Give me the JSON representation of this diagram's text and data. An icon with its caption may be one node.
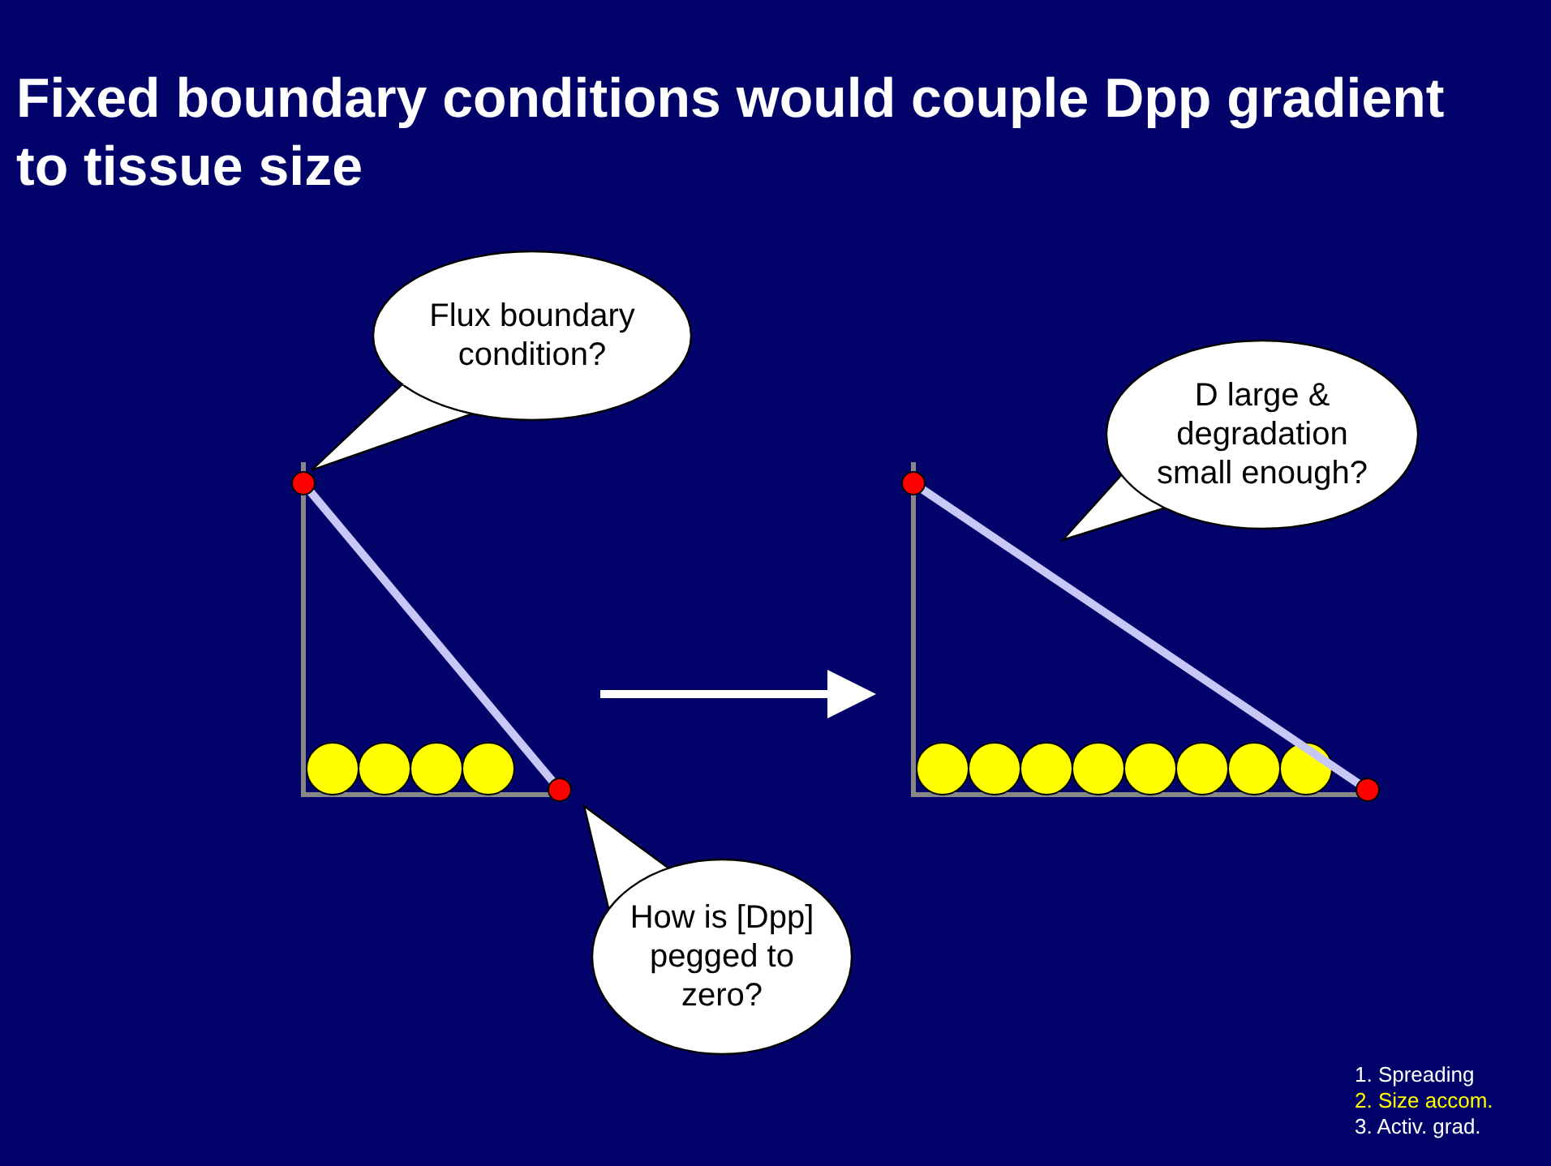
{
  "diagram": {
    "title": "Fixed boundary conditions would couple Dpp gradient to tissue size",
    "nodes": [
      {
        "text": [
          "Flux boundary condition?"
        ]
      },
      {
        "text": [
          "D large & degradation small enough?"
        ]
      },
      {
        "text": [],
        "shape": "picture"
      },
      {
        "text": [],
        "shape": "picture"
      },
      {
        "text": [
          "How is [Dpp] pegged to zero?"
        ]
      }
    ],
    "edges": [
      {
        "from": 2,
        "to": 3,
        "arrow": "to"
      }
    ],
    "labels": [
      "1. Spreading",
      "2. Size accom.",
      "3. Activ. grad."
    ]
  }
}
